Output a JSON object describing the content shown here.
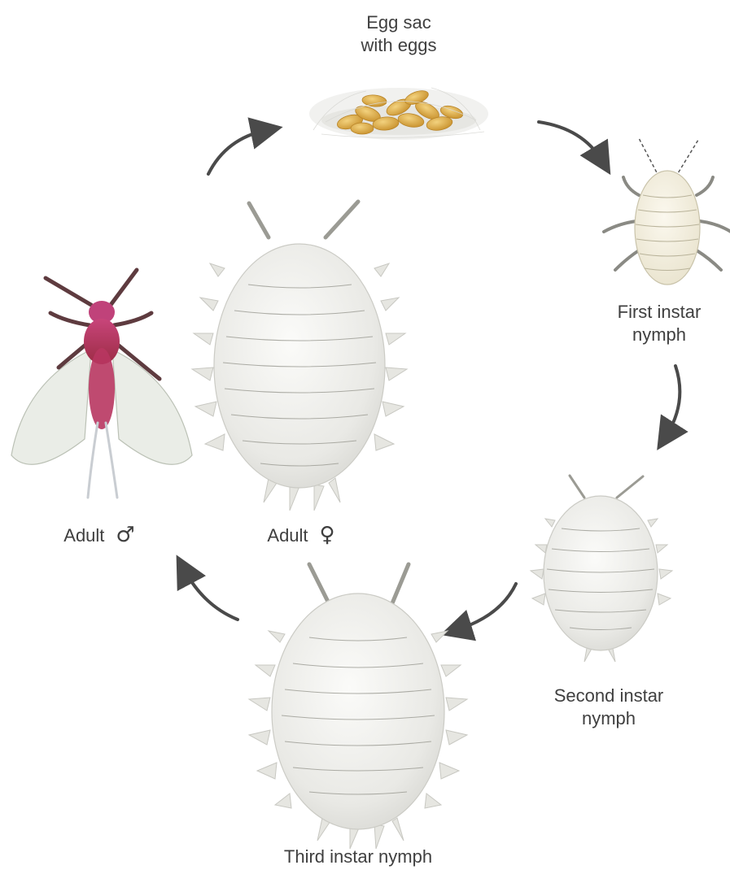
{
  "stages": {
    "egg_sac": {
      "line1": "Egg sac",
      "line2": "with eggs"
    },
    "first_instar": {
      "line1": "First instar",
      "line2": "nymph"
    },
    "second_instar": {
      "line1": "Second instar",
      "line2": "nymph"
    },
    "third_instar": {
      "line1": "Third instar nymph"
    },
    "adult_female": {
      "text": "Adult",
      "symbol": "♀"
    },
    "adult_male": {
      "text": "Adult",
      "symbol": "♂"
    }
  },
  "colors": {
    "arrow": "#4a4a4a",
    "body_white": "#eeeeea",
    "body_shadow": "#cfcfca",
    "egg_yellow": "#e2b24a",
    "male_body": "#b03454",
    "male_wing": "#e8ece6",
    "leg": "#6b4a4a"
  }
}
